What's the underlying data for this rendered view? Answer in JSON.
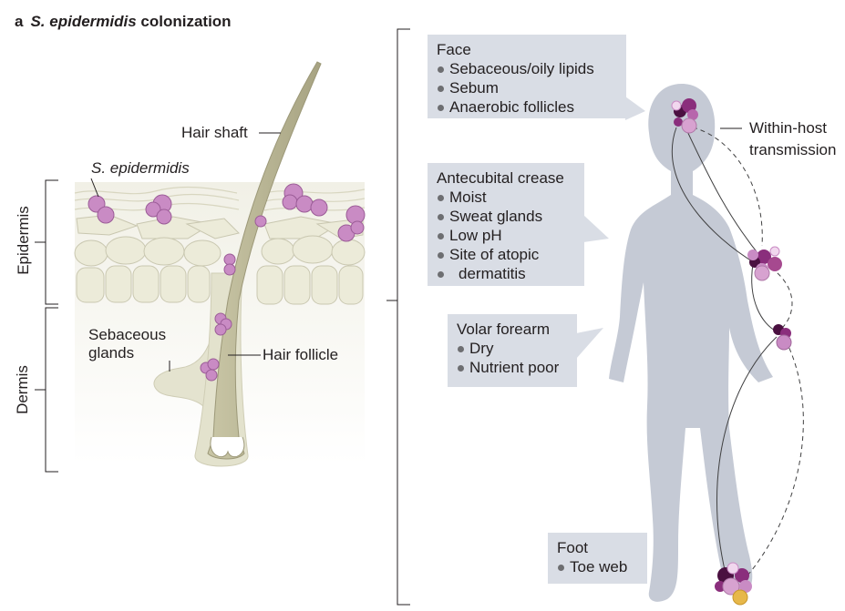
{
  "title": {
    "panel": "a",
    "species": "S. epidermidis",
    "rest": "colonization"
  },
  "left": {
    "organism": "S. epidermidis",
    "hair_shaft": "Hair shaft",
    "sebaceous_1": "Sebaceous",
    "sebaceous_2": "glands",
    "hair_follicle": "Hair follicle",
    "epidermis": "Epidermis",
    "dermis": "Dermis"
  },
  "callouts": {
    "face": {
      "title": "Face",
      "items": [
        "Sebaceous/oily lipids",
        "Sebum",
        "Anaerobic follicles"
      ]
    },
    "antecubital": {
      "title": "Antecubital crease",
      "items": [
        "Moist",
        "Sweat glands",
        "Low pH",
        "Site of atopic",
        "dermatitis"
      ]
    },
    "volar": {
      "title": "Volar forearm",
      "items": [
        "Dry",
        "Nutrient poor"
      ]
    },
    "foot": {
      "title": "Foot",
      "items": [
        "Toe web"
      ]
    }
  },
  "transmission": {
    "line1": "Within-host",
    "line2": "transmission"
  },
  "colors": {
    "body": "#c5cad5",
    "callout_bg": "#d9dde5",
    "skin_cell": "#ebead8",
    "hair": "#b7b391",
    "bacteria_light": "#c98bc4",
    "bacteria_dark": "#4a1040",
    "bacteria_mid": "#8a2e7c",
    "bacteria_yellow": "#e7b84a"
  }
}
